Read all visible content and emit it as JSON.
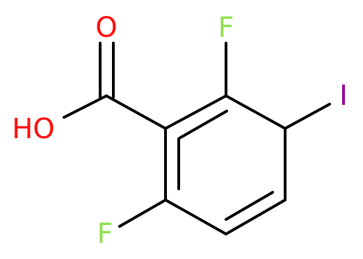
{
  "molecule": {
    "atoms": {
      "oxygen_double": {
        "text": "O",
        "color": "#ff0d0d"
      },
      "hydroxyl": {
        "text": "HO",
        "color": "#ff0d0d"
      },
      "fluorine_top": {
        "text": "F",
        "color": "#90e050"
      },
      "iodine": {
        "text": "I",
        "color": "#940094"
      },
      "fluorine_bottom": {
        "text": "F",
        "color": "#90e050"
      }
    },
    "bond_color": "#000000"
  }
}
